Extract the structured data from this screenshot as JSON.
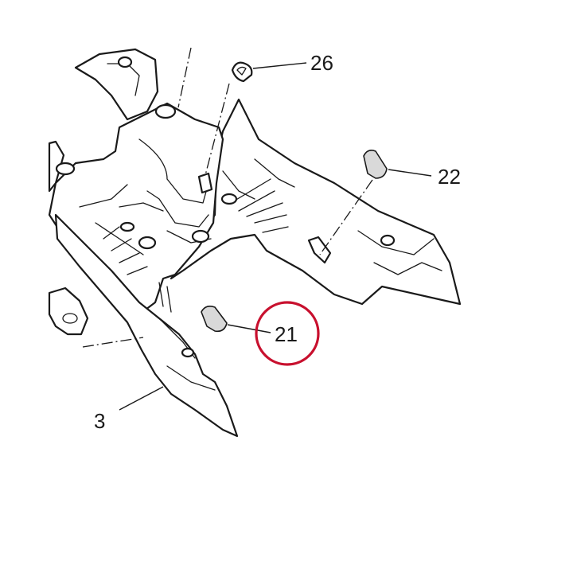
{
  "callouts": [
    {
      "id": "26",
      "label": "26",
      "highlighted": false
    },
    {
      "id": "22",
      "label": "22",
      "highlighted": false
    },
    {
      "id": "21",
      "label": "21",
      "highlighted": true
    },
    {
      "id": "3",
      "label": "3",
      "highlighted": false
    }
  ],
  "colors": {
    "line": "#1a1a1a",
    "highlight_circle": "#c8102e",
    "background": "#ffffff",
    "part_shading": "#d9d9d9"
  }
}
